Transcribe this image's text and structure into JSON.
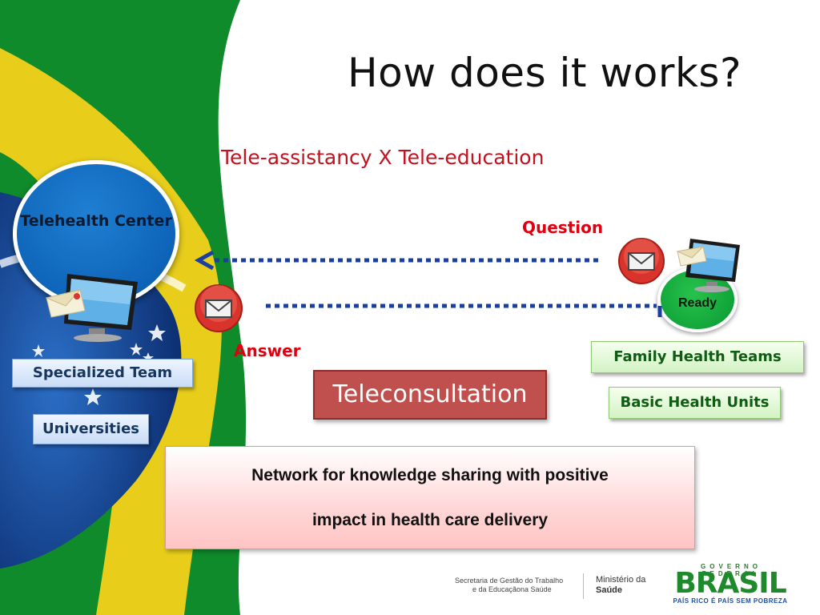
{
  "slide": {
    "title": "How does it works?",
    "subtitle": "Tele-assistancy X Tele-education"
  },
  "diagram": {
    "center_node": {
      "label": "Telehealth Center",
      "color": "#0e64b8"
    },
    "ready_node": {
      "label": "Ready",
      "color": "#12a53a"
    },
    "question_label": "Question",
    "answer_label": "Answer",
    "left_boxes": [
      "Specialized Team",
      "Universities"
    ],
    "right_boxes": [
      "Family Health Teams",
      "Basic Health Units"
    ],
    "teleconsultation_label": "Teleconsultation",
    "network_text": [
      "Network for knowledge  sharing with positive",
      "impact  in health  care delivery"
    ],
    "icons": [
      "computer-icon",
      "mail-icon"
    ],
    "colors": {
      "arrow": "#1a3fa0",
      "accent_red": "#e00010",
      "title_red": "#c1121f",
      "teleconsult_bg": "#c0504d"
    }
  },
  "footer": {
    "secretaria": [
      "Secretaria de Gestão do Trabalho",
      "e da Educaçãona Saúde"
    ],
    "ministerio": [
      "Ministério da",
      "Saúde"
    ],
    "brasil_logo": {
      "top": "GOVERNO FEDERAL",
      "word": "BRASIL",
      "tagline": "PAÍS RICO É PAÍS SEM POBREZA"
    }
  }
}
